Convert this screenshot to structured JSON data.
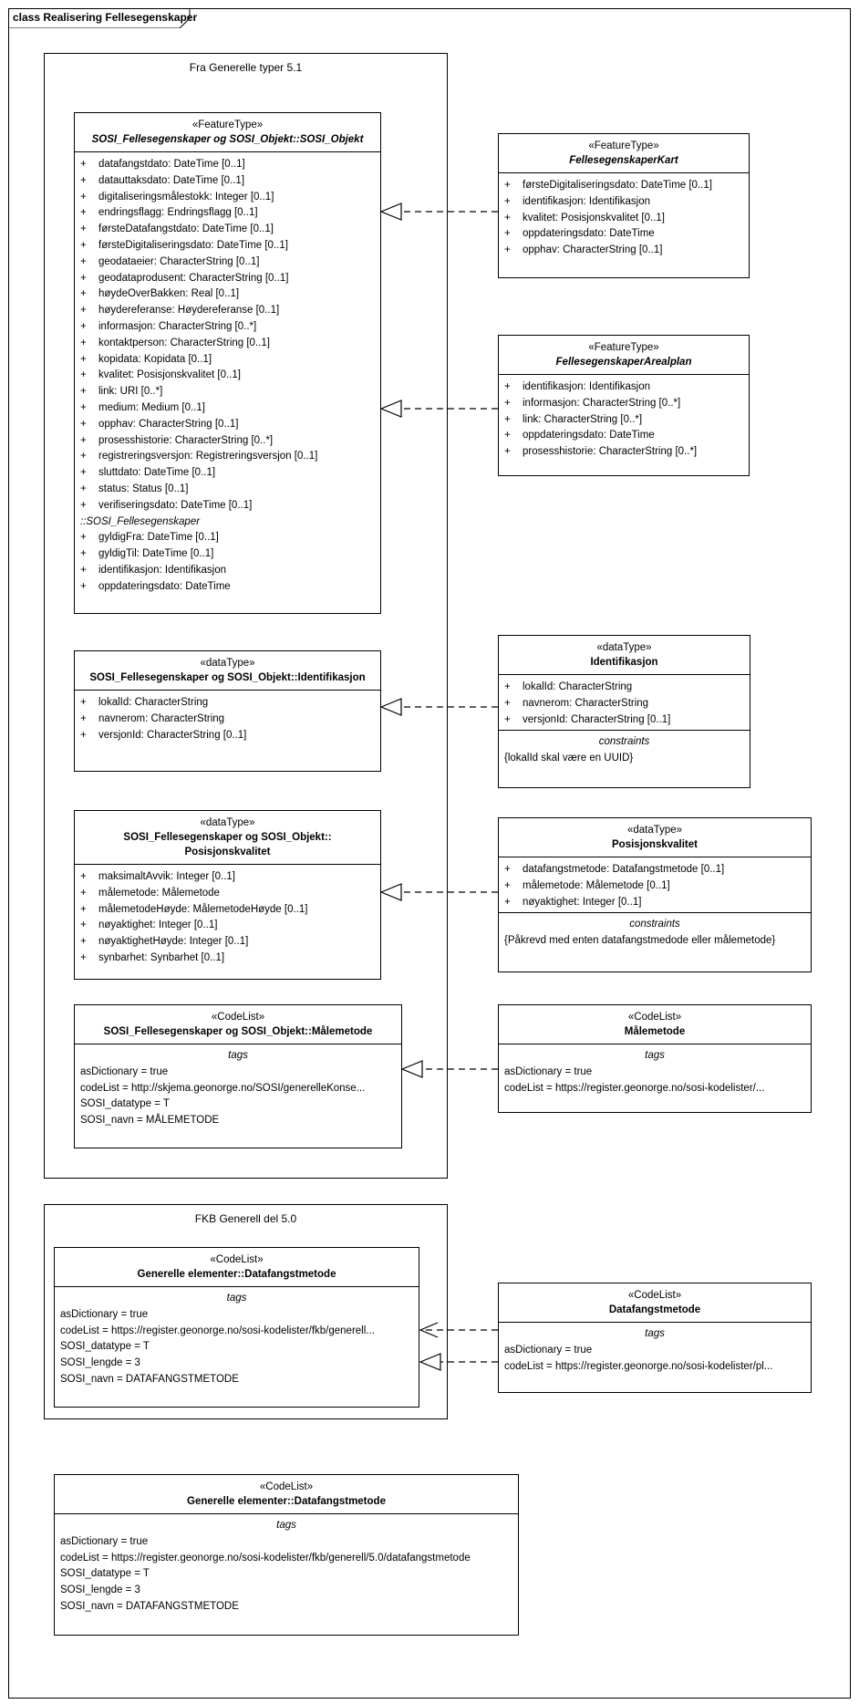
{
  "diagram": {
    "title": "class Realisering Fellesegenskaper"
  },
  "packages": {
    "generelle_typer": {
      "title": "Fra Generelle typer 5.1"
    },
    "fkb_generell": {
      "title": "FKB Generell del 5.0"
    }
  },
  "classes": {
    "sosi_objekt": {
      "stereotype": "«FeatureType»",
      "name": "SOSI_Fellesegenskaper og SOSI_Objekt::SOSI_Objekt",
      "attributes": [
        "datafangstdato: DateTime [0..1]",
        "datauttaksdato: DateTime [0..1]",
        "digitaliseringsmålestokk: Integer [0..1]",
        "endringsflagg: Endringsflagg [0..1]",
        "førsteDatafangstdato: DateTime [0..1]",
        "førsteDigitaliseringsdato: DateTime [0..1]",
        "geodataeier: CharacterString [0..1]",
        "geodataprodusent: CharacterString [0..1]",
        "høydeOverBakken: Real [0..1]",
        "høydereferanse: Høydereferanse [0..1]",
        "informasjon: CharacterString [0..*]",
        "kontaktperson: CharacterString [0..1]",
        "kopidata: Kopidata [0..1]",
        "kvalitet: Posisjonskvalitet [0..1]",
        "link: URI [0..*]",
        "medium: Medium [0..1]",
        "opphav: CharacterString [0..1]",
        "prosesshistorie: CharacterString [0..*]",
        "registreringsversjon: Registreringsversjon [0..1]",
        "sluttdato: DateTime [0..1]",
        "status: Status [0..1]",
        "verifiseringsdato: DateTime [0..1]"
      ],
      "inherited_title": "::SOSI_Fellesegenskaper",
      "inherited_attributes": [
        "gyldigFra: DateTime [0..1]",
        "gyldigTil: DateTime [0..1]",
        "identifikasjon: Identifikasjon",
        "oppdateringsdato: DateTime"
      ]
    },
    "identifikasjon_gen": {
      "stereotype": "«dataType»",
      "name": "SOSI_Fellesegenskaper og SOSI_Objekt::Identifikasjon",
      "attributes": [
        "lokalId: CharacterString",
        "navnerom: CharacterString",
        "versjonId: CharacterString [0..1]"
      ]
    },
    "posisjonskvalitet_gen": {
      "stereotype": "«dataType»",
      "name_line1": "SOSI_Fellesegenskaper og SOSI_Objekt::",
      "name_line2": "Posisjonskvalitet",
      "attributes": [
        "maksimaltAvvik: Integer [0..1]",
        "målemetode: Målemetode",
        "målemetodeHøyde: MålemetodeHøyde [0..1]",
        "nøyaktighet: Integer [0..1]",
        "nøyaktighetHøyde: Integer [0..1]",
        "synbarhet: Synbarhet [0..1]"
      ]
    },
    "malemetode_gen": {
      "stereotype": "«CodeList»",
      "name": "SOSI_Fellesegenskaper og SOSI_Objekt::Målemetode",
      "tags_title": "tags",
      "tags": [
        "asDictionary = true",
        "codeList = http://skjema.geonorge.no/SOSI/generelleKonse...",
        "SOSI_datatype = T",
        "SOSI_navn = MÅLEMETODE"
      ]
    },
    "datafangstmetode_fkb": {
      "stereotype": "«CodeList»",
      "name": "Generelle elementer::Datafangstmetode",
      "tags_title": "tags",
      "tags": [
        "asDictionary = true",
        "codeList = https://register.geonorge.no/sosi-kodelister/fkb/generell...",
        "SOSI_datatype = T",
        "SOSI_lengde = 3",
        "SOSI_navn = DATAFANGSTMETODE"
      ]
    },
    "datafangstmetode_bottom": {
      "stereotype": "«CodeList»",
      "name": "Generelle elementer::Datafangstmetode",
      "tags_title": "tags",
      "tags": [
        "asDictionary = true",
        "codeList = https://register.geonorge.no/sosi-kodelister/fkb/generell/5.0/datafangstmetode",
        "SOSI_datatype = T",
        "SOSI_lengde = 3",
        "SOSI_navn = DATAFANGSTMETODE"
      ]
    },
    "fellesegenskaper_kart": {
      "stereotype": "«FeatureType»",
      "name": "FellesegenskaperKart",
      "attributes": [
        "førsteDigitaliseringsdato: DateTime [0..1]",
        "identifikasjon: Identifikasjon",
        "kvalitet: Posisjonskvalitet [0..1]",
        "oppdateringsdato: DateTime",
        "opphav: CharacterString [0..1]"
      ]
    },
    "fellesegenskaper_arealplan": {
      "stereotype": "«FeatureType»",
      "name": "FellesegenskaperArealplan",
      "attributes": [
        "identifikasjon: Identifikasjon",
        "informasjon: CharacterString [0..*]",
        "link: CharacterString [0..*]",
        "oppdateringsdato: DateTime",
        "prosesshistorie: CharacterString [0..*]"
      ]
    },
    "identifikasjon": {
      "stereotype": "«dataType»",
      "name": "Identifikasjon",
      "attributes": [
        "lokalId: CharacterString",
        "navnerom: CharacterString",
        "versjonId: CharacterString [0..1]"
      ],
      "constraints_title": "constraints",
      "constraints": [
        "{lokalId skal være en UUID}"
      ]
    },
    "posisjonskvalitet": {
      "stereotype": "«dataType»",
      "name": "Posisjonskvalitet",
      "attributes": [
        "datafangstmetode: Datafangstmetode [0..1]",
        "målemetode: Målemetode [0..1]",
        "nøyaktighet: Integer [0..1]"
      ],
      "constraints_title": "constraints",
      "constraints": [
        "{Påkrevd med enten datafangstmedode eller målemetode}"
      ]
    },
    "malemetode": {
      "stereotype": "«CodeList»",
      "name": "Målemetode",
      "tags_title": "tags",
      "tags": [
        "asDictionary = true",
        "codeList = https://register.geonorge.no/sosi-kodelister/..."
      ]
    },
    "datafangstmetode": {
      "stereotype": "«CodeList»",
      "name": "Datafangstmetode",
      "tags_title": "tags",
      "tags": [
        "asDictionary = true",
        "codeList = https://register.geonorge.no/sosi-kodelister/pl..."
      ]
    }
  },
  "plus_symbol": "+"
}
